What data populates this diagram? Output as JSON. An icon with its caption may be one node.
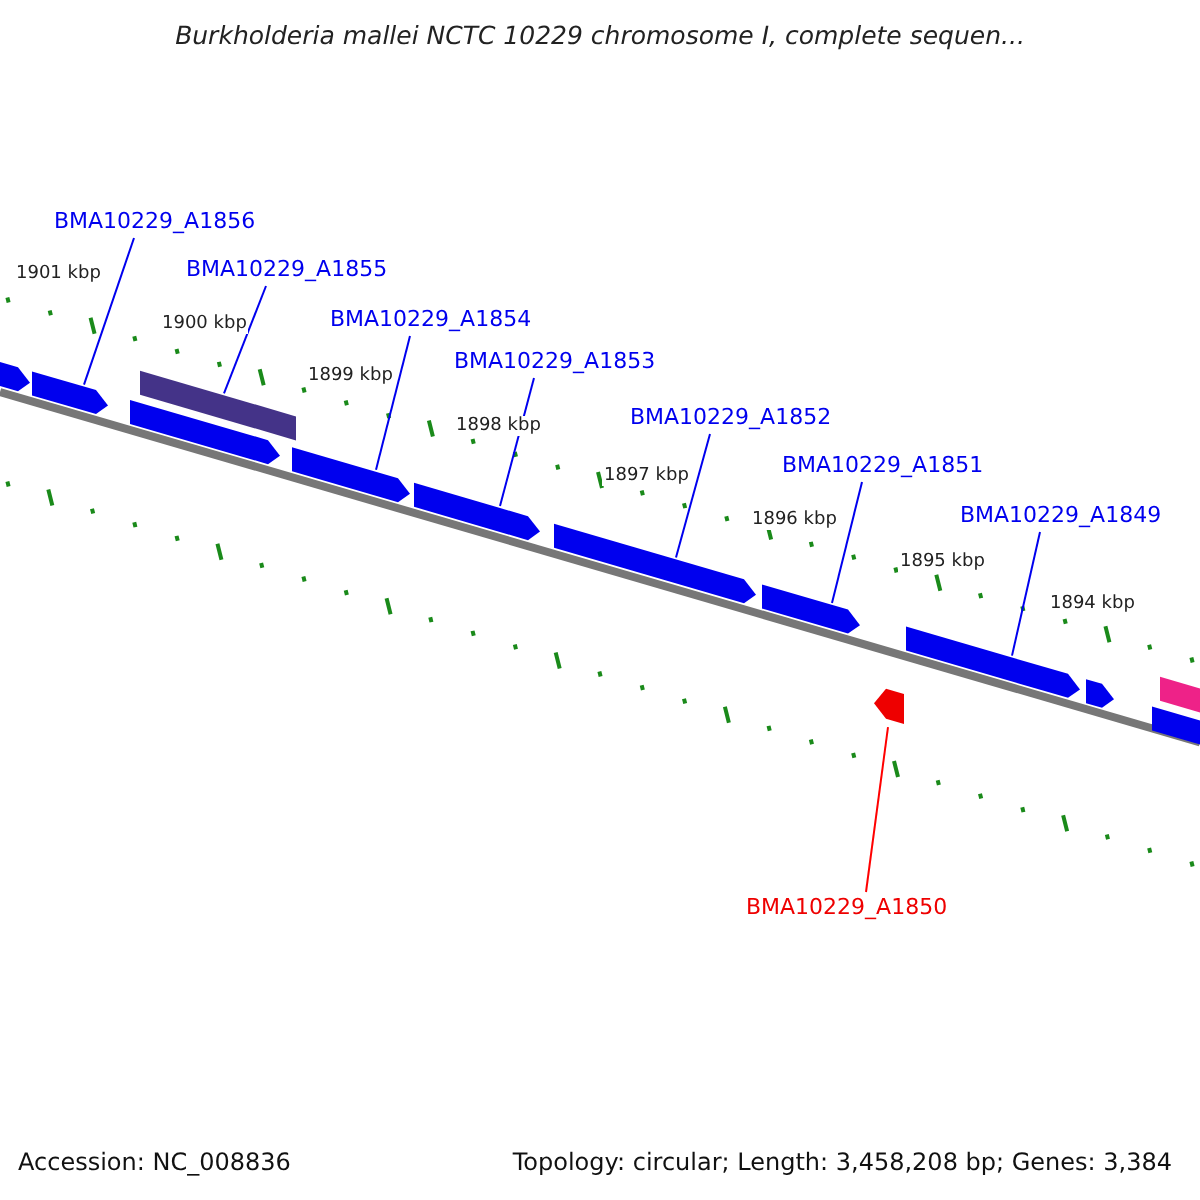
{
  "diagram": {
    "title": "Burkholderia mallei NCTC 10229 chromosome I, complete sequen...",
    "nodes": [
      {
        "text": [
          "BMA10229_A1856"
        ]
      },
      {
        "text": [
          "BMA10229_A1855"
        ]
      },
      {
        "text": [
          "BMA10229_A1854"
        ]
      },
      {
        "text": [
          "BMA10229_A1853"
        ]
      },
      {
        "text": [
          "BMA10229_A1852"
        ]
      },
      {
        "text": [
          "BMA10229_A1851"
        ]
      },
      {
        "text": [
          "BMA10229_A1849"
        ]
      },
      {
        "text": [
          "BMA10229_A1850"
        ]
      },
      {
        "text": [],
        "shape": "arrow"
      },
      {
        "text": [],
        "shape": "arrow"
      },
      {
        "text": [],
        "shape": "arrow"
      },
      {
        "text": [],
        "shape": "arrow"
      },
      {
        "text": [],
        "shape": "arrow"
      },
      {
        "text": [],
        "shape": "arrow"
      },
      {
        "text": [],
        "shape": "arrow"
      },
      {
        "text": [],
        "shape": "arrow"
      },
      {
        "text": [],
        "shape": "arrow"
      },
      {
        "text": [],
        "shape": "arrow"
      },
      {
        "text": [],
        "shape": "arrow"
      },
      {
        "text": [],
        "shape": "arrow"
      },
      {
        "text": [],
        "shape": "arrow"
      }
    ],
    "edges": [
      {
        "from": 0,
        "to": 9,
        "arrow": "none"
      },
      {
        "from": 1,
        "to": 10,
        "arrow": "none"
      },
      {
        "from": 2,
        "to": 12,
        "arrow": "none"
      },
      {
        "from": 3,
        "to": 13,
        "arrow": "none"
      },
      {
        "from": 4,
        "to": 14,
        "arrow": "none"
      },
      {
        "from": 5,
        "to": 15,
        "arrow": "none"
      },
      {
        "from": 6,
        "to": 17,
        "arrow": "none"
      },
      {
        "from": 7,
        "to": 16,
        "arrow": "none",
        "color": "#ff0000"
      }
    ],
    "labels": [
      "1901 kbp",
      "1900 kbp",
      "1899 kbp",
      "1898 kbp",
      "1897 kbp",
      "1896 kbp",
      "1895 kbp",
      "1894 kbp",
      "Accession: NC_008836",
      "Topology: circular; Length: 3,458,208 bp; Genes: 3,384"
    ]
  }
}
